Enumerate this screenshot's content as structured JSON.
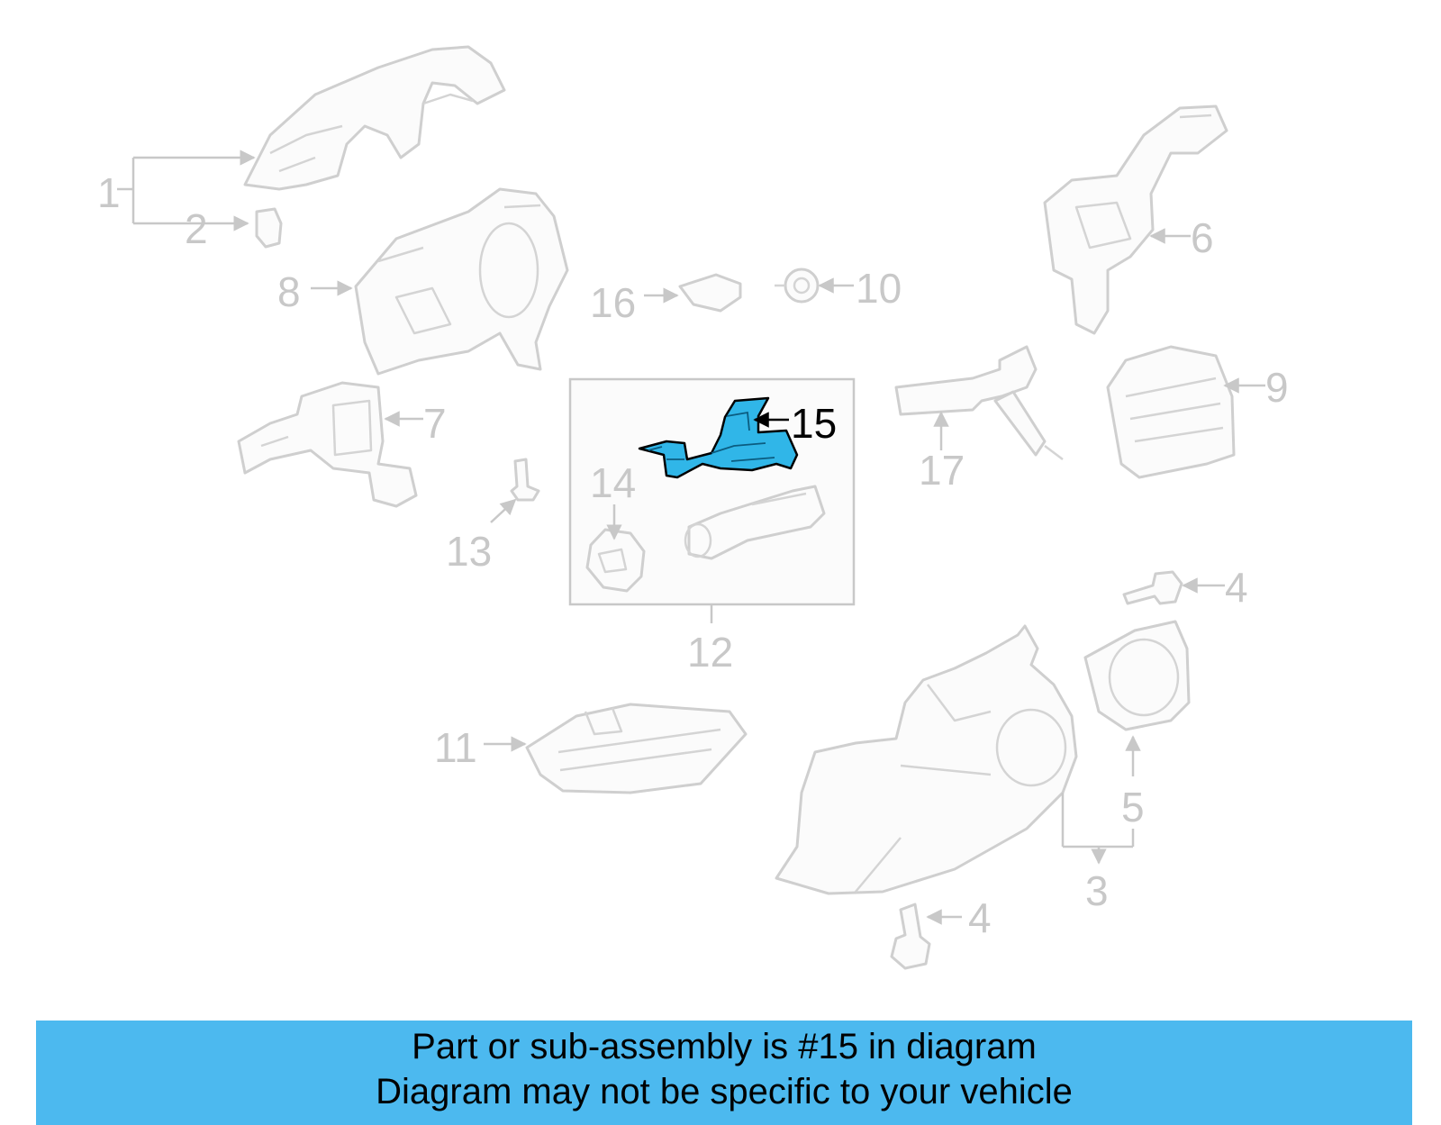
{
  "highlight_color": "#30b6e8",
  "banner": {
    "background": "#4cb9ef",
    "line1": "Part or sub-assembly is #15 in diagram",
    "line2": "Diagram may not be specific to your vehicle"
  },
  "callouts": {
    "c1": "1",
    "c2": "2",
    "c3": "3",
    "c4a": "4",
    "c4b": "4",
    "c5": "5",
    "c6": "6",
    "c7": "7",
    "c8": "8",
    "c9": "9",
    "c10": "10",
    "c11": "11",
    "c12": "12",
    "c13": "13",
    "c14": "14",
    "c15": "15",
    "c16": "16",
    "c17": "17"
  }
}
